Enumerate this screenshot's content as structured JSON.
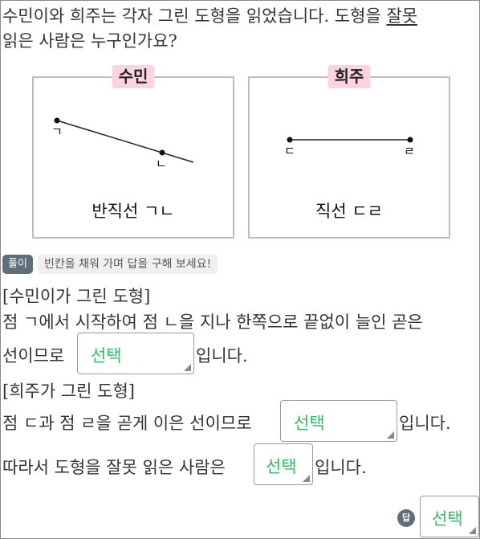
{
  "question": {
    "part1": "수민이와 희주는 각자 그린 도형을 읽었습니다. 도형을 ",
    "underlined": "잘못",
    "part2": "읽은 사람은 누구인가요?"
  },
  "figures": [
    {
      "name": "수민",
      "caption": "반직선 ㄱㄴ",
      "points": [
        "ㄱ",
        "ㄴ"
      ]
    },
    {
      "name": "희주",
      "caption": "직선 ㄷㄹ",
      "points": [
        "ㄷ",
        "ㄹ"
      ]
    }
  ],
  "hint": {
    "badge": "풀이",
    "text": "빈칸을 채워 가며 답을 구해 보세요!"
  },
  "solution": {
    "heading1": "[수민이가 그린 도형]",
    "line1": "점 ㄱ에서 시작하여 점 ㄴ을 지나 한쪽으로 끝없이 늘인 곧은",
    "line2_pre": "선이므로",
    "line2_post": "입니다.",
    "heading2": "[희주가 그린 도형]",
    "line3_pre": "점 ㄷ과 점 ㄹ을 곧게 이은 선이므로",
    "line3_post": "입니다.",
    "line4_pre": "따라서 도형을 잘못 읽은 사람은",
    "line4_post": "입니다."
  },
  "selects": {
    "s1": "선택",
    "s2": "선택",
    "s3": "선택",
    "answer": "선택"
  },
  "answer_badge": "답",
  "colors": {
    "tag_pink": "#fbd3e1",
    "select_green": "#2ebd63",
    "badge_gray": "#5d6f78"
  }
}
